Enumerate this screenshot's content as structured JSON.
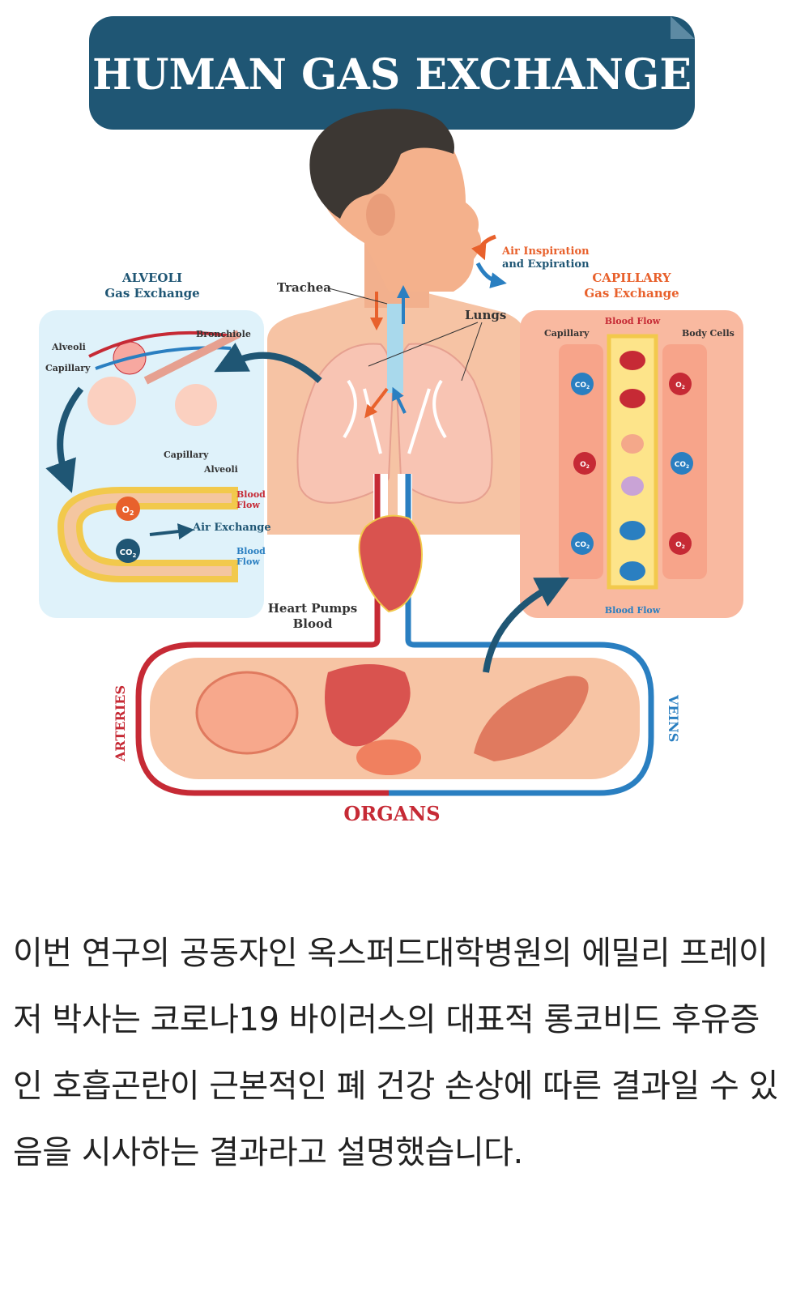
{
  "title": "HUMAN GAS EXCHANGE",
  "labels": {
    "alveoli_title": "ALVEOLI",
    "alveoli_sub": "Gas Exchange",
    "capillary_title": "CAPILLARY",
    "capillary_sub": "Gas Exchange",
    "air": "Air Inspiration",
    "air2": "and Expiration",
    "trachea": "Trachea",
    "lungs": "Lungs",
    "alveoli": "Alveoli",
    "capillary": "Capillary",
    "bronchiole": "Bronchiole",
    "capillary2": "Capillary",
    "alveoli2": "Alveoli",
    "blood_flow_1": "Blood",
    "blood_flow_1b": "Flow",
    "air_exchange": "Air Exchange",
    "blood_flow_2": "Blood",
    "blood_flow_2b": "Flow",
    "cap_capillary": "Capillary",
    "cap_blood_flow_top": "Blood Flow",
    "body_cells": "Body Cells",
    "cap_blood_flow_bottom": "Blood Flow",
    "heart_pumps": "Heart Pumps",
    "heart_pumps2": "Blood",
    "arteries": "ARTERIES",
    "veins": "VEINS",
    "organs": "ORGANS"
  },
  "gases": {
    "o2": "O",
    "co2": "CO",
    "sub2": "2"
  },
  "colors": {
    "banner": "#1f5674",
    "artery": "#c62a35",
    "vein": "#2a7fc1",
    "skin": "#f4b18c"
  },
  "article": {
    "paragraph": "이번 연구의 공동자인 옥스퍼드대학병원의 에밀리 프레이저 박사는 코로나19 바이러스의 대표적 롱코비드 후유증인 호흡곤란이 근본적인 폐 건강 손상에 따른 결과일 수 있음을 시사하는 결과라고 설명했습니다."
  }
}
